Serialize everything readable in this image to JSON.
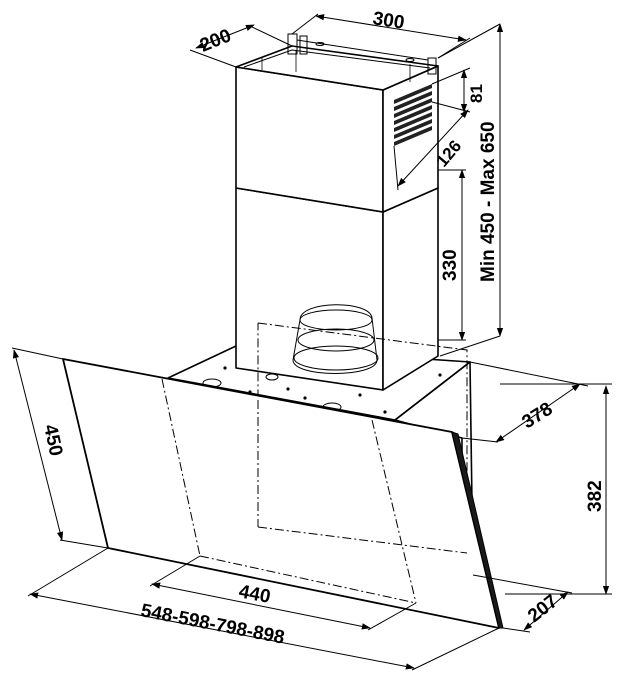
{
  "dimensions": {
    "chimney_depth": "200",
    "chimney_width": "300",
    "vent_height": "81",
    "vent_length": "126",
    "chimney_height_range": "Min 450 - Max 650",
    "chimney_lower_height": "330",
    "glass_height": "450",
    "hood_depth": "378",
    "hood_height": "382",
    "inner_width": "440",
    "hood_width_options": "548-598-798-898",
    "bottom_depth": "207"
  }
}
